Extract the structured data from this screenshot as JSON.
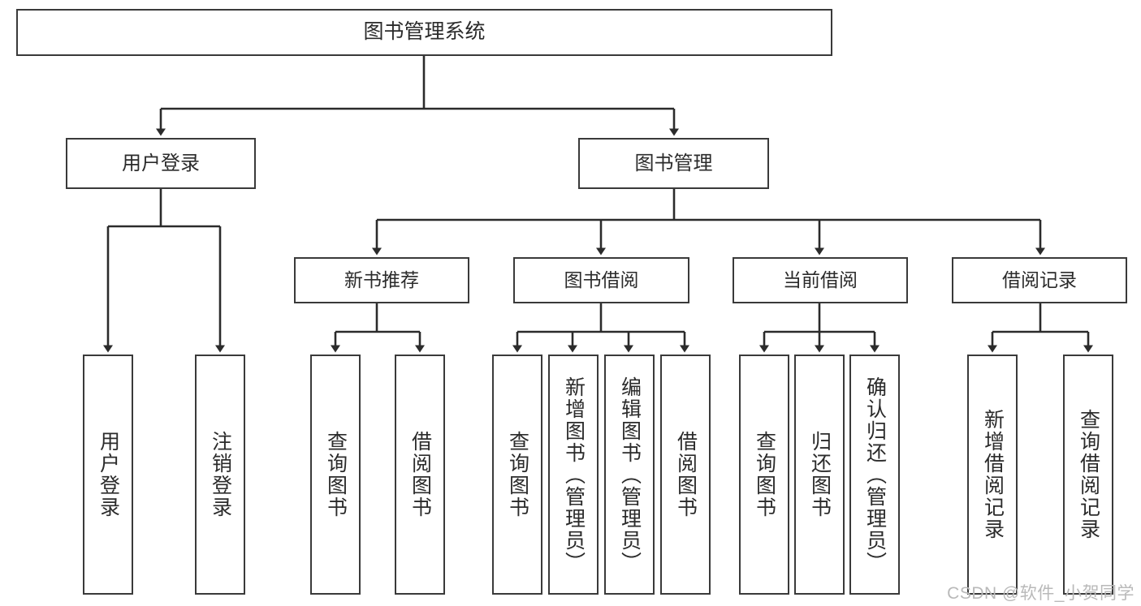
{
  "diagram": {
    "title": "图书管理系统",
    "type": "tree-hierarchy-chart",
    "colors": {
      "box_border": "#3a3a3a",
      "box_fill": "#ffffff",
      "connector": "#2b2b2b",
      "watermark": "#b9b9b9"
    },
    "nodes": {
      "root": {
        "label": "图书管理系统"
      },
      "level2": [
        {
          "label": "用户登录"
        },
        {
          "label": "图书管理"
        }
      ],
      "level3": [
        {
          "label": "新书推荐"
        },
        {
          "label": "图书借阅"
        },
        {
          "label": "当前借阅"
        },
        {
          "label": "借阅记录"
        }
      ],
      "leaves": {
        "user_login": [
          {
            "label": "用户登录"
          },
          {
            "label": "注销登录"
          }
        ],
        "new_book_recommend": [
          {
            "label": "查询图书"
          },
          {
            "label": "借阅图书"
          }
        ],
        "book_borrow": [
          {
            "label": "查询图书"
          },
          {
            "label": "新增图书（管理员）"
          },
          {
            "label": "编辑图书（管理员）"
          },
          {
            "label": "借阅图书"
          }
        ],
        "current_borrow": [
          {
            "label": "查询图书"
          },
          {
            "label": "归还图书"
          },
          {
            "label": "确认归还（管理员）"
          }
        ],
        "borrow_record": [
          {
            "label": "新增借阅记录"
          },
          {
            "label": "查询借阅记录"
          }
        ]
      }
    }
  },
  "watermark": {
    "text": "CSDN @软件_小贺同学"
  }
}
